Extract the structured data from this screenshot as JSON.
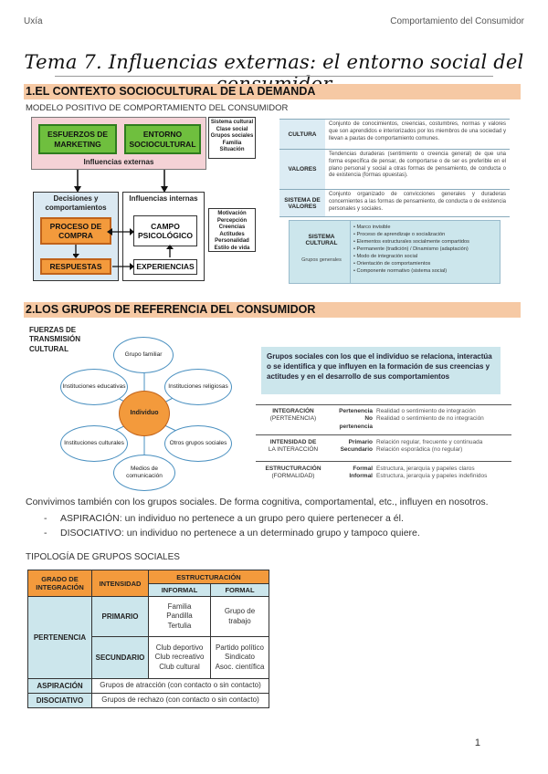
{
  "header": {
    "left": "Uxía",
    "right": "Comportamiento del Consumidor"
  },
  "title": "Tema 7. Influencias externas: el entorno social del consumidor",
  "section1": {
    "heading": "1.EL CONTEXTO SOCIOCULTURAL DE LA DEMANDA",
    "subtitle": "MODELO POSITIVO DE COMPORTAMIENTO DEL CONSUMIDOR",
    "model": {
      "esfuerzos": "ESFUERZOS DE MARKETING",
      "entorno": "ENTORNO SOCIOCULTURAL",
      "influencias_externas": "Influencias externas",
      "entorno_list": "Sistema cultural\nClase social\nGrupos sociales\nFamilia\nSituación",
      "decisiones": "Decisiones y comportamientos",
      "proceso": "PROCESO DE COMPRA",
      "respuestas": "RESPUESTAS",
      "influencias_internas": "Influencias internas",
      "campo": "CAMPO PSICOLÓGICO",
      "experiencias": "EXPERIENCIAS",
      "campo_list": "Motivación\nPercepción\nCreencias\nActitudes\nPersonalidad\nEstilo de vida"
    },
    "culture_table": [
      {
        "key": "CULTURA",
        "value": "Conjunto de conocimientos, creencias, costumbres, normas y valores que son aprendidos e interiorizados por los miembros de una sociedad y llevan a pautas de comportamiento comunes."
      },
      {
        "key": "VALORES",
        "value": "Tendencias duraderas (sentimiento o creencia general) de que una forma específica de pensar, de comportarse o de ser es preferible en el plano personal y social a otras formas de pensamiento, de conducta o de existencia (formas opuestas)."
      },
      {
        "key": "SISTEMA DE VALORES",
        "value": "Conjunto organizado de convicciones generales y duraderas concernientes a las formas de pensamiento, de conducta o de existencia personales y sociales."
      }
    ],
    "sistema_cultural": {
      "title": "SISTEMA CULTURAL",
      "sub": "Grupos generales",
      "items": [
        "Marco invisible",
        "Proceso de aprendizaje o socialización",
        "Elementos estructurales socialmente compartidos",
        "Permanente (tradición) / Dinamismo (adaptación)",
        "Modo de integración social",
        "Orientación de comportamientos",
        "Componente normativo (sistema social)"
      ]
    }
  },
  "section2": {
    "heading": "2.LOS GRUPOS DE REFERENCIA DEL CONSUMIDOR",
    "fuerzas": "FUERZAS DE TRANSMISIÓN CULTURAL",
    "diagram": {
      "center": "Individuo",
      "grupo_familiar": "Grupo familiar",
      "inst_educativas": "Instituciones educativas",
      "inst_religiosas": "Instituciones religiosas",
      "inst_culturales": "Instituciones culturales",
      "otros_grupos": "Otros grupos sociales",
      "medios": "Medios de comunicación"
    },
    "definition": "Grupos sociales con los que el individuo se relaciona, interactúa o se identifica y que influyen en la formación de sus creencias y actitudes y en el desarrollo de sus comportamientos",
    "ref_table": [
      {
        "c1": "INTEGRACIÓN",
        "c2": "Pertenencia",
        "c3": "Realidad o sentimiento de integración"
      },
      {
        "c1": "(PERTENENCIA)",
        "c2": "No pertenencia",
        "c3": "Realidad o sentimiento de no integración"
      },
      {
        "c1": "INTENSIDAD DE",
        "c2": "Primario",
        "c3": "Relación regular, frecuente y continuada"
      },
      {
        "c1": "LA INTERACCIÓN",
        "c2": "Secundario",
        "c3": "Relación esporádica (no regular)"
      },
      {
        "c1": "ESTRUCTURACIÓN",
        "c2": "Formal",
        "c3": "Estructura, jerarquía y papeles claros"
      },
      {
        "c1": "(FORMALIDAD)",
        "c2": "Informal",
        "c3": "Estructura, jerarquía y papeles indefinidos"
      }
    ],
    "paragraph": "Convivimos también con los grupos sociales. De forma cognitiva, comportamental, etc., influyen en nosotros.",
    "bullets": [
      "ASPIRACIÓN: un individuo no pertenece a un grupo pero quiere pertenecer a él.",
      "DISOCIATIVO: un individuo no pertenece a un determinado grupo y tampoco quiere."
    ],
    "tipologia_title": "TIPOLOGÍA DE GRUPOS SOCIALES",
    "tipologia": {
      "h_grado": "GRADO DE INTEGRACIÓN",
      "h_intensidad": "INTENSIDAD",
      "h_estructuracion": "ESTRUCTURACIÓN",
      "h_informal": "INFORMAL",
      "h_formal": "FORMAL",
      "pertenencia": "PERTENENCIA",
      "primario": "PRIMARIO",
      "secundario": "SECUNDARIO",
      "prim_informal": "Familia\nPandilla\nTertulia",
      "prim_formal": "Grupo de trabajo",
      "sec_informal": "Club deportivo\nClub recreativo\nClub cultural",
      "sec_formal": "Partido político\nSindicato\nAsoc. científica",
      "aspiracion": "ASPIRACIÓN",
      "aspiracion_val": "Grupos de atracción (con contacto o sin contacto)",
      "disociativo": "DISOCIATIVO",
      "disociativo_val": "Grupos de rechazo (con contacto o sin contacto)"
    }
  },
  "page_number": "1"
}
